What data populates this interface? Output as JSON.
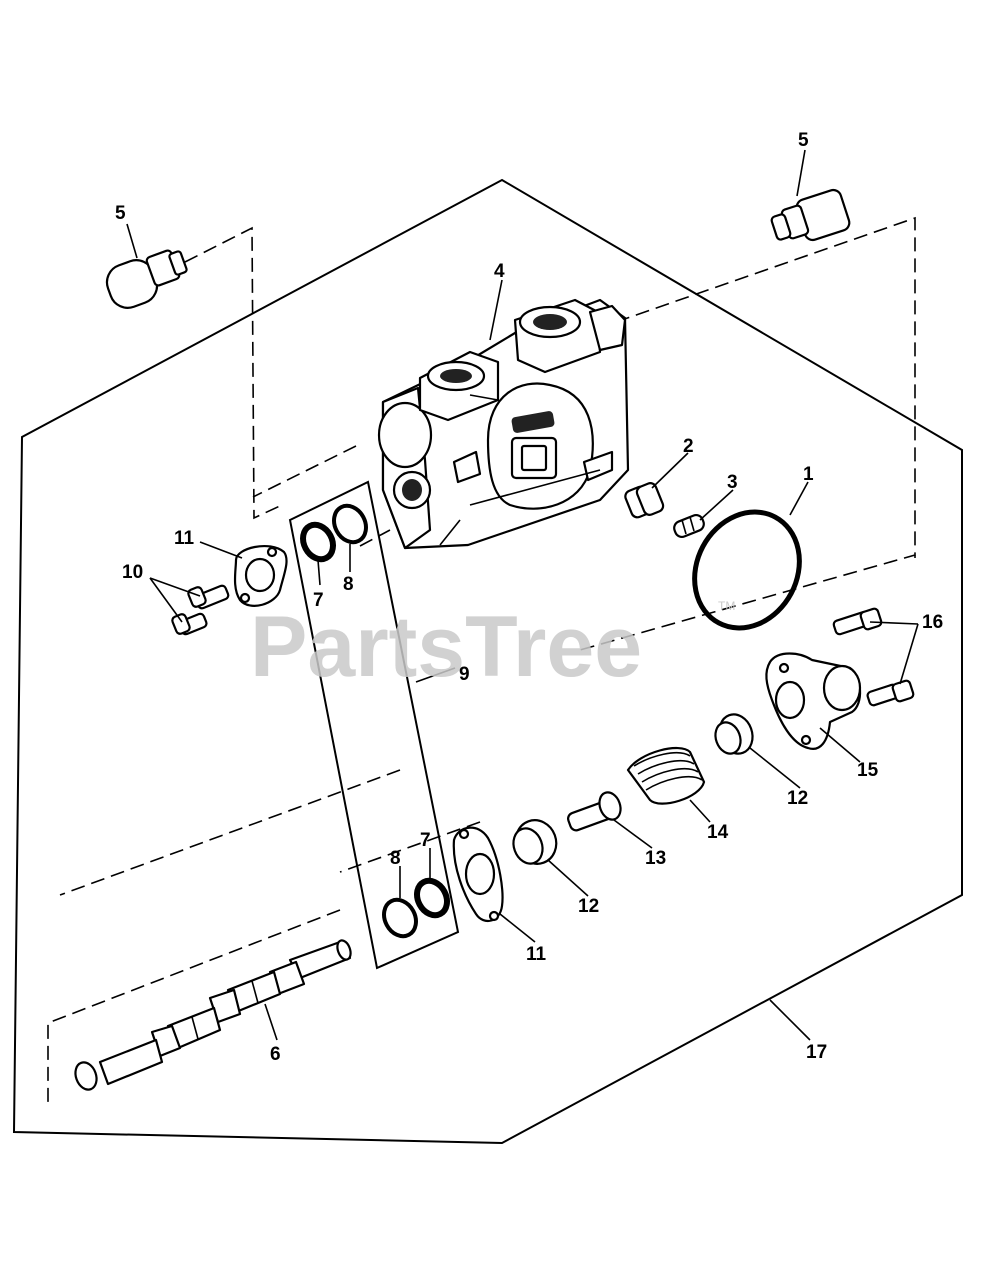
{
  "watermark": {
    "text": "PartsTree",
    "trademark": "TM"
  },
  "callouts": {
    "c1": "1",
    "c2": "2",
    "c3": "3",
    "c4": "4",
    "c5a": "5",
    "c5b": "5",
    "c6": "6",
    "c7a": "7",
    "c7b": "7",
    "c8a": "8",
    "c8b": "8",
    "c9": "9",
    "c10": "10",
    "c11a": "11",
    "c11b": "11",
    "c12a": "12",
    "c12b": "12",
    "c13": "13",
    "c14": "14",
    "c15": "15",
    "c16": "16",
    "c17": "17"
  }
}
